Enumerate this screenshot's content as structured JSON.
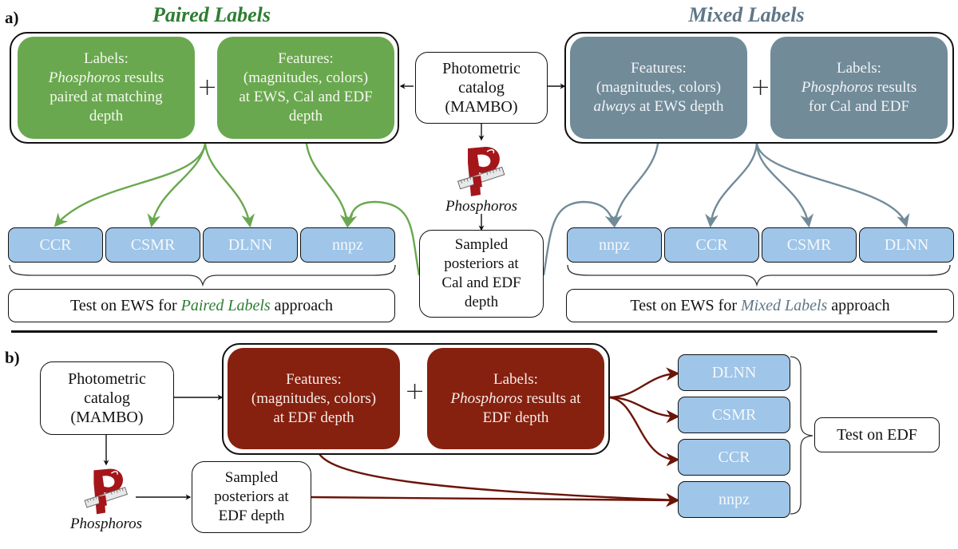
{
  "panel_a": {
    "label": "a)",
    "paired": {
      "title": "Paired Labels",
      "labels_box": {
        "line1": "Labels:",
        "line2_italic": "Phosphoros",
        "line2_rest": " results",
        "line3": "paired at matching",
        "line4": "depth"
      },
      "plus": "+",
      "features_box": {
        "line1": "Features:",
        "line2": "(magnitudes, colors)",
        "line3": "at EWS, Cal and EDF",
        "line4": "depth"
      },
      "algorithms": [
        "CCR",
        "CSMR",
        "DLNN",
        "nnpz"
      ],
      "test_box": {
        "prefix": "Test on EWS for ",
        "italic": "Paired Labels",
        "suffix": " approach"
      }
    },
    "center": {
      "catalog_box": {
        "line1": "Photometric",
        "line2": "catalog",
        "line3": "(MAMBO)"
      },
      "logo_caption": "Phosphoros",
      "sampled_box": {
        "line1": "Sampled",
        "line2": "posteriors at",
        "line3": "Cal and EDF",
        "line4": "depth"
      }
    },
    "mixed": {
      "title": "Mixed Labels",
      "features_box": {
        "line1": "Features:",
        "line2": "(magnitudes, colors)",
        "line3_italic": "always",
        "line3_rest": " at EWS depth"
      },
      "plus": "+",
      "labels_box": {
        "line1": "Labels:",
        "line2_italic": "Phosphoros",
        "line2_rest": " results",
        "line3": "for Cal and EDF"
      },
      "algorithms": [
        "nnpz",
        "CCR",
        "CSMR",
        "DLNN"
      ],
      "test_box": {
        "prefix": "Test on EWS for ",
        "italic": "Mixed Labels",
        "suffix": " approach"
      }
    }
  },
  "panel_b": {
    "label": "b)",
    "catalog_box": {
      "line1": "Photometric",
      "line2": "catalog",
      "line3": "(MAMBO)"
    },
    "logo_caption": "Phosphoros",
    "sampled_box": {
      "line1": "Sampled",
      "line2": "posteriors at",
      "line3": "EDF depth"
    },
    "features_box": {
      "line1": "Features:",
      "line2": "(magnitudes, colors)",
      "line3": "at EDF depth"
    },
    "plus": "+",
    "labels_box": {
      "line1": "Labels:",
      "line2_italic": "Phosphoros",
      "line2_rest": " results at",
      "line3": "EDF depth"
    },
    "algorithms": [
      "DLNN",
      "CSMR",
      "CCR",
      "nnpz"
    ],
    "test_box": "Test on EDF"
  },
  "colors": {
    "paired_green": "#6aa84f",
    "paired_title": "#2e7d32",
    "mixed_slate": "#728b99",
    "mixed_title": "#5f7686",
    "edf_red": "#86200f",
    "algo_blue": "#9fc5e8",
    "logo_red": "#a4161a"
  },
  "icons": {
    "logo": "phosphoros-logo",
    "arrow": "arrow-head"
  }
}
